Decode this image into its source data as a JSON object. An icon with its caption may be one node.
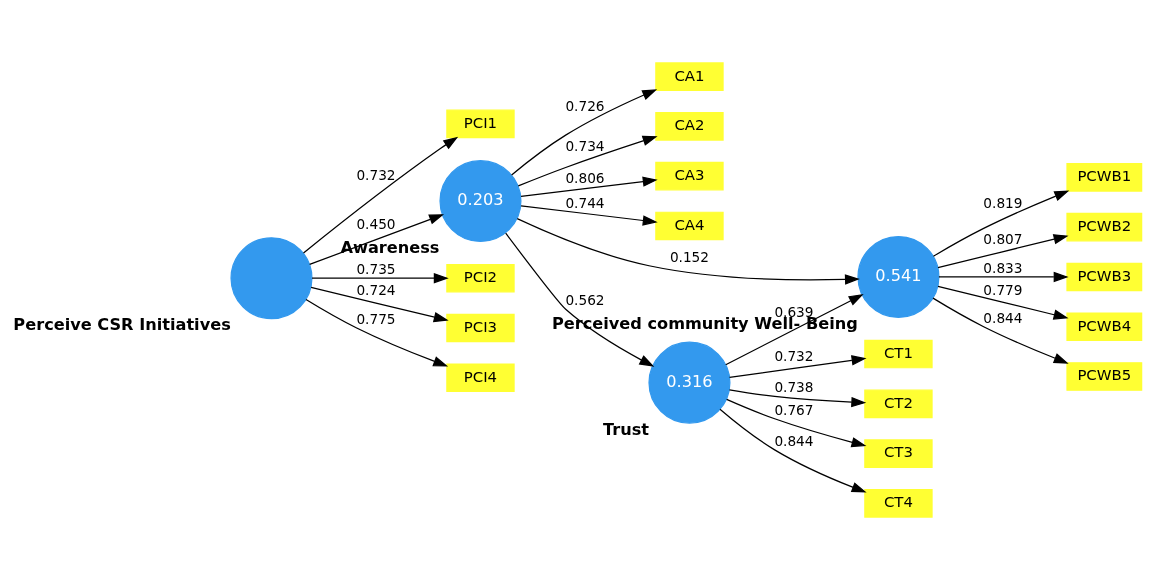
{
  "diagram": {
    "nodes": [
      {
        "text": [
          "CA1"
        ]
      },
      {
        "text": [
          "CA2"
        ]
      },
      {
        "text": [
          "CA3"
        ]
      },
      {
        "text": [
          "CA4"
        ]
      },
      {
        "text": [
          "PCWB1"
        ]
      },
      {
        "text": [
          "PCI1"
        ]
      },
      {
        "text": [
          "PCWB2"
        ]
      },
      {
        "text": [
          "0.203"
        ],
        "beside": [
          "Awareness"
        ]
      },
      {
        "text": [
          "PCWB3"
        ]
      },
      {
        "text": [
          "PCI2"
        ]
      },
      {
        "text": [],
        "shape": "circle",
        "beside": [
          "Perceive CSR Initiatives"
        ]
      },
      {
        "text": [
          "PCWB4"
        ]
      },
      {
        "text": [
          "PCI3"
        ]
      },
      {
        "text": [
          "0.541"
        ],
        "beside": [
          "Perceived community Well- Being"
        ]
      },
      {
        "text": [
          "PCI4"
        ]
      },
      {
        "text": [
          "PCWB5"
        ]
      },
      {
        "text": [
          "0.316"
        ],
        "beside": [
          "Trust"
        ]
      },
      {
        "text": [
          "CT1"
        ]
      },
      {
        "text": [
          "CT2"
        ]
      },
      {
        "text": [
          "CT3"
        ]
      },
      {
        "text": [
          "CT4"
        ]
      }
    ],
    "edges": [
      {
        "from": 10,
        "to": 5,
        "arrow": "to",
        "label": "0.732"
      },
      {
        "from": 10,
        "to": 9,
        "arrow": "to",
        "label": "0.735"
      },
      {
        "from": 10,
        "to": 12,
        "arrow": "to",
        "label": "0.724"
      },
      {
        "from": 10,
        "to": 14,
        "arrow": "to",
        "label": "0.775"
      },
      {
        "from": 10,
        "to": 7,
        "arrow": "to",
        "label": "0.450"
      },
      {
        "from": 7,
        "to": 0,
        "arrow": "to",
        "label": "0.726"
      },
      {
        "from": 7,
        "to": 1,
        "arrow": "to",
        "label": "0.734"
      },
      {
        "from": 7,
        "to": 2,
        "arrow": "to",
        "label": "0.806"
      },
      {
        "from": 7,
        "to": 3,
        "arrow": "to",
        "label": "0.744"
      },
      {
        "from": 7,
        "to": 13,
        "arrow": "to",
        "label": "0.152"
      },
      {
        "from": 7,
        "to": 16,
        "arrow": "to",
        "label": "0.562"
      },
      {
        "from": 16,
        "to": 13,
        "arrow": "to",
        "label": "0.639"
      },
      {
        "from": 13,
        "to": 4,
        "arrow": "to",
        "label": "0.819"
      },
      {
        "from": 13,
        "to": 6,
        "arrow": "to",
        "label": "0.807"
      },
      {
        "from": 13,
        "to": 8,
        "arrow": "to",
        "label": "0.833"
      },
      {
        "from": 13,
        "to": 11,
        "arrow": "to",
        "label": "0.779"
      },
      {
        "from": 13,
        "to": 15,
        "arrow": "to",
        "label": "0.844"
      },
      {
        "from": 16,
        "to": 17,
        "arrow": "to",
        "label": "0.732"
      },
      {
        "from": 16,
        "to": 18,
        "arrow": "to",
        "label": "0.738"
      },
      {
        "from": 16,
        "to": 19,
        "arrow": "to",
        "label": "0.767"
      },
      {
        "from": 16,
        "to": 20,
        "arrow": "to",
        "label": "0.844"
      }
    ]
  }
}
